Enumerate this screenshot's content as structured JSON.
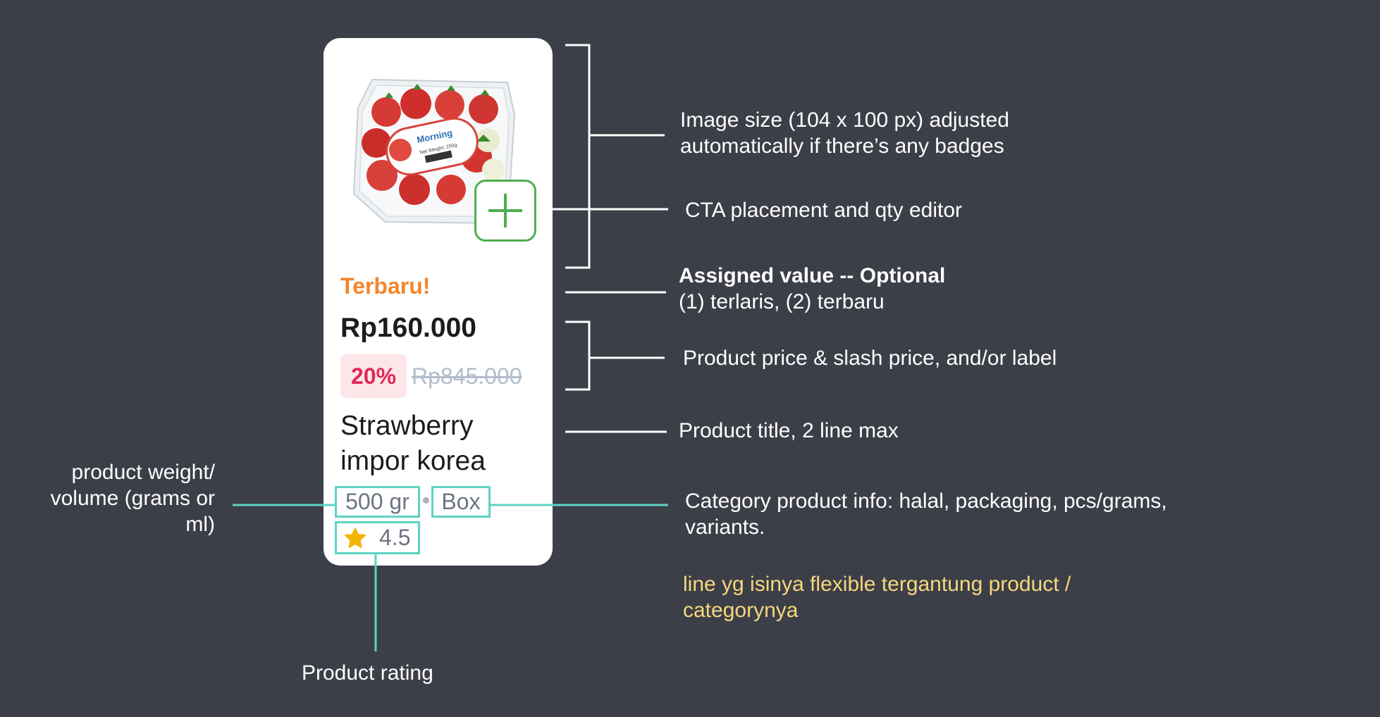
{
  "card": {
    "badge": "Terbaru!",
    "price": "Rp160.000",
    "discount": "20%",
    "slash_price": "Rp845.000",
    "title": "Strawberry impor korea",
    "weight": "500 gr",
    "packaging": "Box",
    "rating": "4.5",
    "image_label_text": "Morning",
    "image_weight_text": "Net Weight: 250g"
  },
  "annotations": {
    "image_size_line1": "Image size (104 x 100 px) adjusted",
    "image_size_line2": "automatically if there’s any badges",
    "cta": "CTA placement and qty editor",
    "assigned_title": "Assigned value -- Optional",
    "assigned_detail": "(1) terlaris, (2) terbaru",
    "price_info": "Product price & slash price, and/or label",
    "title_info": "Product title, 2 line max",
    "category_line1": "Category product info: halal, packaging, pcs/grams,",
    "category_line2": "variants.",
    "flexible_line1": "line yg isinya flexible tergantung product /",
    "flexible_line2": "categorynya",
    "weight_line1": "product weight/",
    "weight_line2": "volume (grams or",
    "weight_line3": "ml)",
    "rating_info": "Product rating"
  },
  "colors": {
    "background": "#3c3f48",
    "badge_orange": "#f2862e",
    "discount_red": "#e02a53",
    "cta_green": "#4caf50",
    "teal": "#5ed3c4",
    "yellow_note": "#f6d77c",
    "star": "#f5b400"
  },
  "icons": {
    "add": "plus-icon",
    "rating": "star-icon"
  }
}
